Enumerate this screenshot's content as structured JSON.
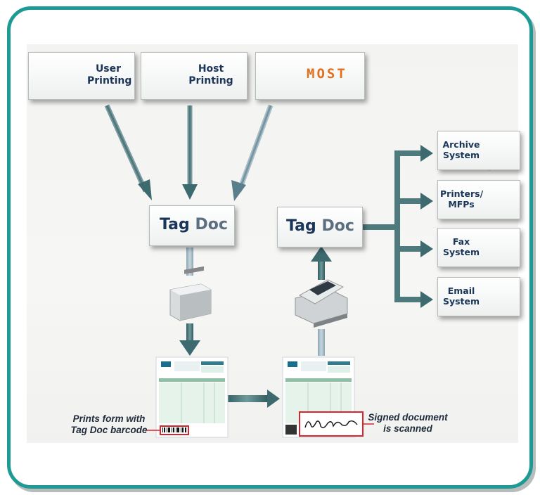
{
  "sources": [
    {
      "label": "User\nPrinting",
      "icon": "user-computer-icon"
    },
    {
      "label": "Host\nPrinting",
      "icon": "server-tower-icon"
    },
    {
      "label": "MOST",
      "icon": "copier-icon"
    }
  ],
  "tag_doc_left": {
    "tag": "Tag",
    "doc": "Doc"
  },
  "tag_doc_right": {
    "tag": "Tag",
    "doc": "Doc"
  },
  "outputs": [
    {
      "label": "Archive\nSystem",
      "icon": "file-cabinet-icon"
    },
    {
      "label": "Printers/\nMFPs",
      "icon": "printer-icon"
    },
    {
      "label": "Fax\nSystem",
      "icon": "fax-machine-icon"
    },
    {
      "label": "Email\nSystem",
      "icon": "envelope-icon"
    }
  ],
  "captions": {
    "printed": "Prints form with\nTag Doc barcode",
    "scanned": "Signed document\nis scanned"
  },
  "colors": {
    "frame": "#1e9a95",
    "arrow": "#3d6a6e",
    "label": "#1a3558",
    "most": "#e2701d",
    "highlight": "#d8242b"
  }
}
